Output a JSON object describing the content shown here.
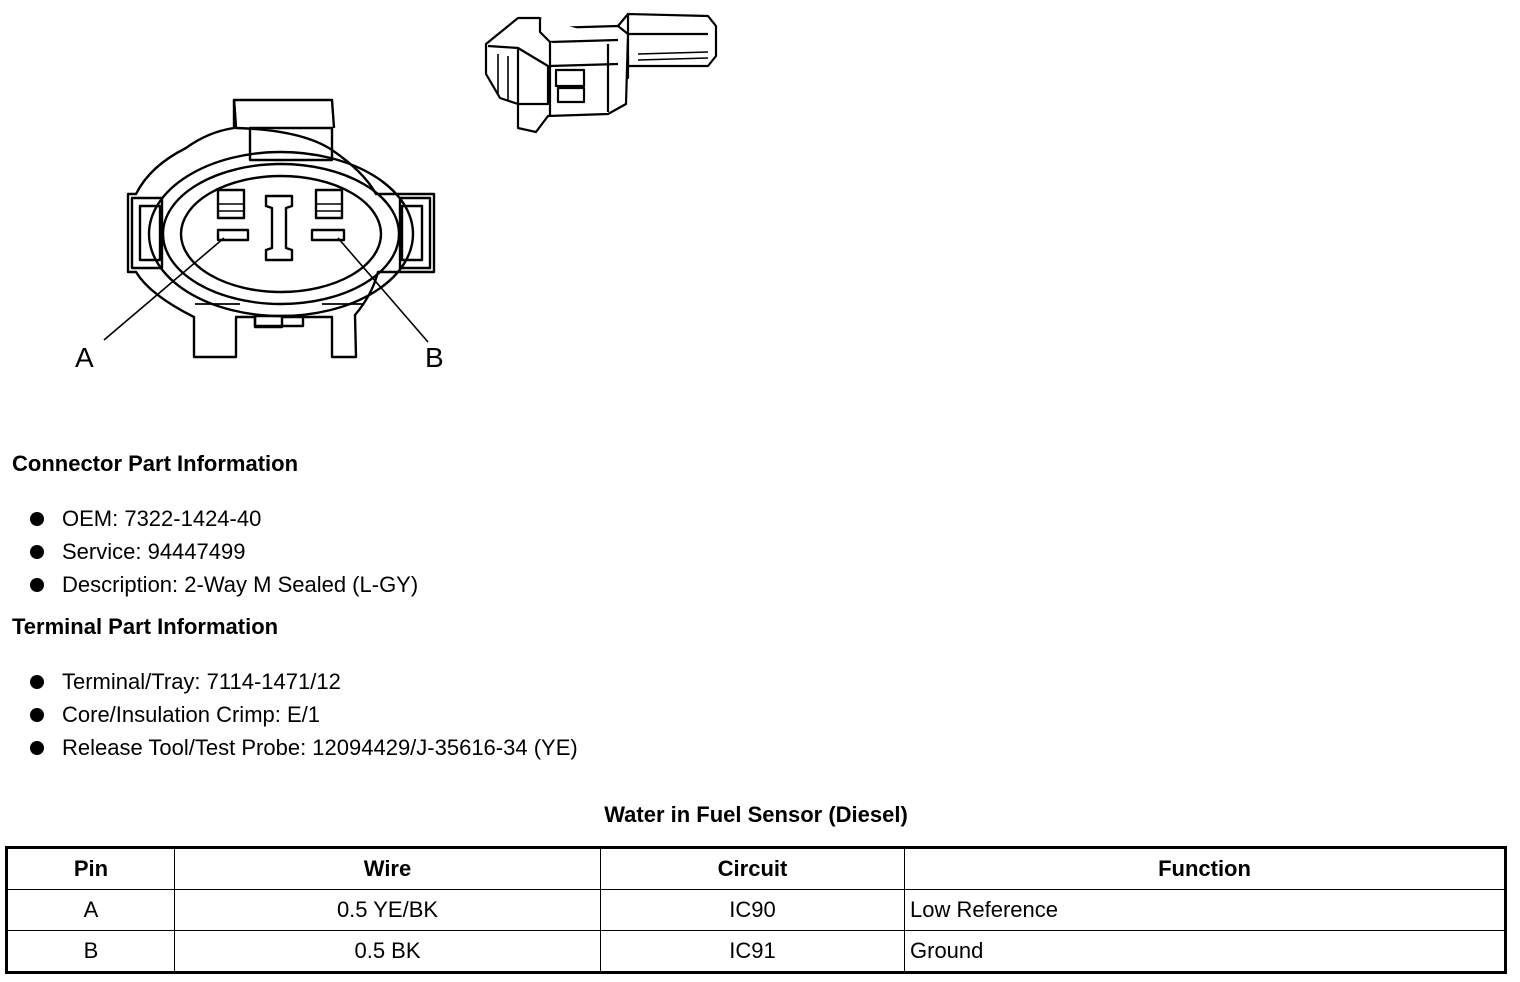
{
  "diagram": {
    "pin_labels": [
      "A",
      "B"
    ]
  },
  "connector_info": {
    "heading": "Connector Part Information",
    "items": [
      "OEM: 7322-1424-40",
      "Service: 94447499",
      "Description: 2-Way M Sealed (L-GY)"
    ]
  },
  "terminal_info": {
    "heading": "Terminal Part Information",
    "items": [
      "Terminal/Tray: 7114-1471/12",
      "Core/Insulation Crimp: E/1",
      "Release Tool/Test Probe: 12094429/J-35616-34 (YE)"
    ]
  },
  "table": {
    "title": "Water in Fuel Sensor (Diesel)",
    "headers": [
      "Pin",
      "Wire",
      "Circuit",
      "Function"
    ],
    "rows": [
      [
        "A",
        "0.5 YE/BK",
        "IC90",
        "Low Reference"
      ],
      [
        "B",
        "0.5 BK",
        "IC91",
        "Ground"
      ]
    ]
  }
}
